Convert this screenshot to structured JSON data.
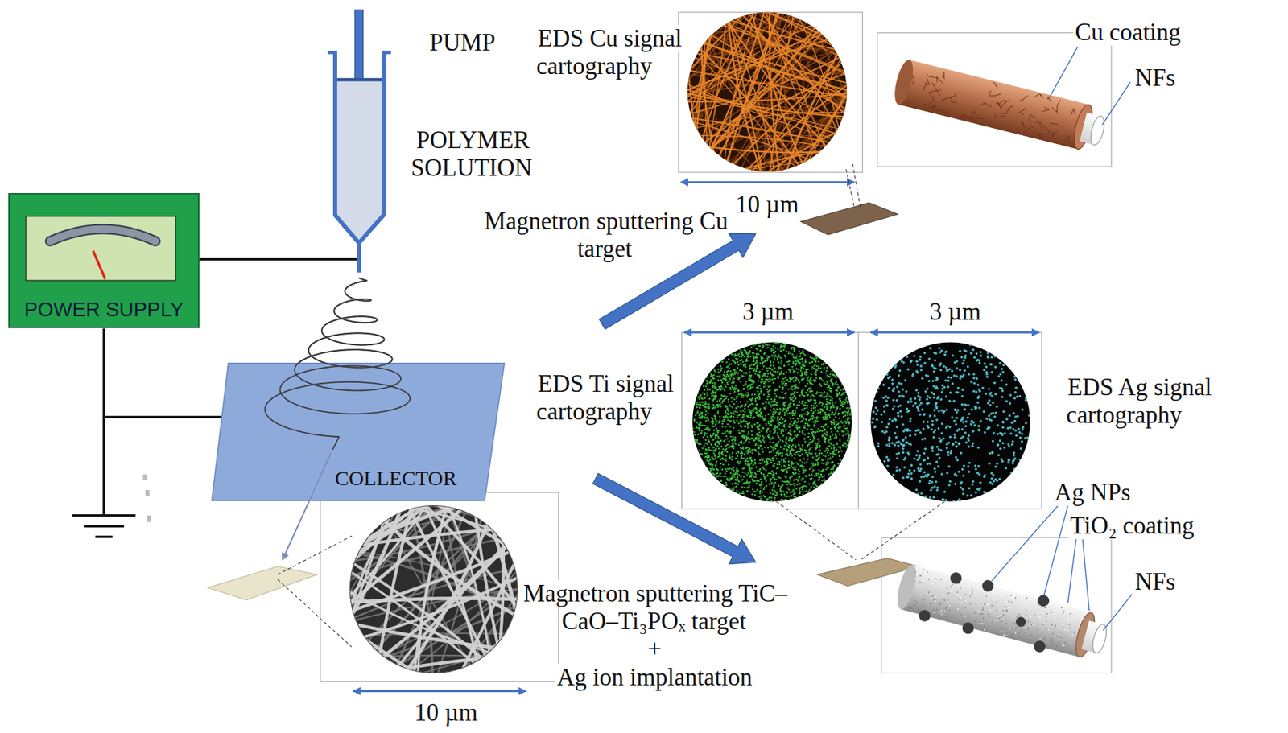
{
  "diagram": {
    "nodes": [
      {
        "text": [
          "POWER SUPPLY"
        ]
      },
      {
        "text": [
          "COLLECTOR"
        ]
      }
    ],
    "edges": [
      {
        "from": 0,
        "to": 1,
        "arrow": "none"
      }
    ],
    "labels": [
      "PUMP",
      "POLYMER SOLUTION",
      "EDS Cu signal cartography",
      "10 µm",
      "Cu coating",
      "NFs",
      "Magnetron sputtering Cu target",
      "3 µm",
      "3 µm",
      "EDS Ti signal cartography",
      "EDS Ag signal cartography",
      "Ag NPs",
      "TiO₂ coating",
      "NFs",
      "Magnetron sputtering TiC–CaO–Ti₃POₓ target",
      "+",
      "Ag ion implantation",
      "10 µm"
    ]
  }
}
